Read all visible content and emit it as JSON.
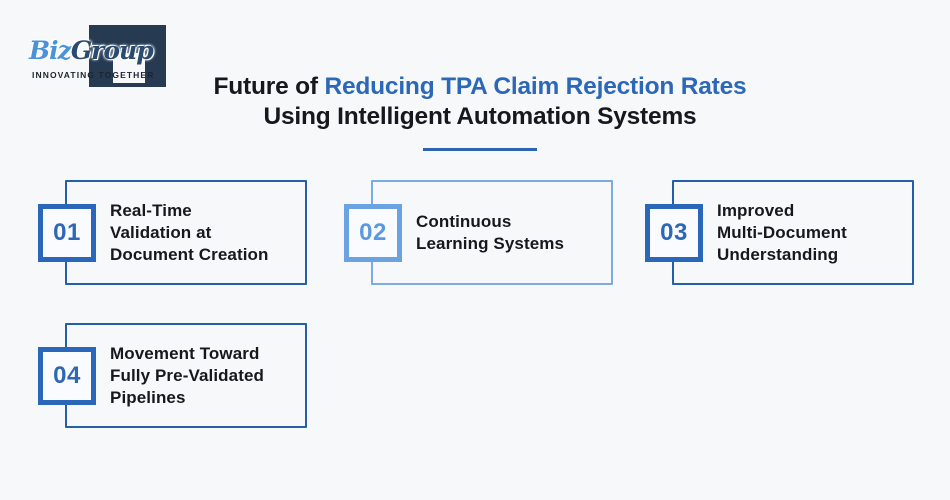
{
  "logo": {
    "brand_blue": "Biz",
    "brand_dark": "Group",
    "tagline": "INNOVATING TOGETHER"
  },
  "title": {
    "prefix": "Future of ",
    "highlight": "Reducing TPA Claim Rejection Rates",
    "line2": "Using Intelligent Automation Systems"
  },
  "colors": {
    "background": "#f7f8fa",
    "title_text": "#15181d",
    "title_highlight": "#2c68b8",
    "divider": "#2c64b0",
    "card_border_dark": "#2360ab",
    "card_border_light": "#7aabe5",
    "badge_number_dark": "#2e68b4",
    "badge_number_light": "#599ae0",
    "logo_mark": "#263a52"
  },
  "cards": [
    {
      "number": "01",
      "variant": "dark",
      "label": [
        "Real-Time",
        "Validation at",
        "Document Creation"
      ]
    },
    {
      "number": "02",
      "variant": "light",
      "label": [
        "Continuous",
        "Learning Systems"
      ]
    },
    {
      "number": "03",
      "variant": "dark",
      "label": [
        "Improved",
        "Multi-Document",
        "Understanding"
      ]
    },
    {
      "number": "04",
      "variant": "dark",
      "label": [
        "Movement Toward",
        "Fully Pre-Validated",
        "Pipelines"
      ]
    }
  ]
}
